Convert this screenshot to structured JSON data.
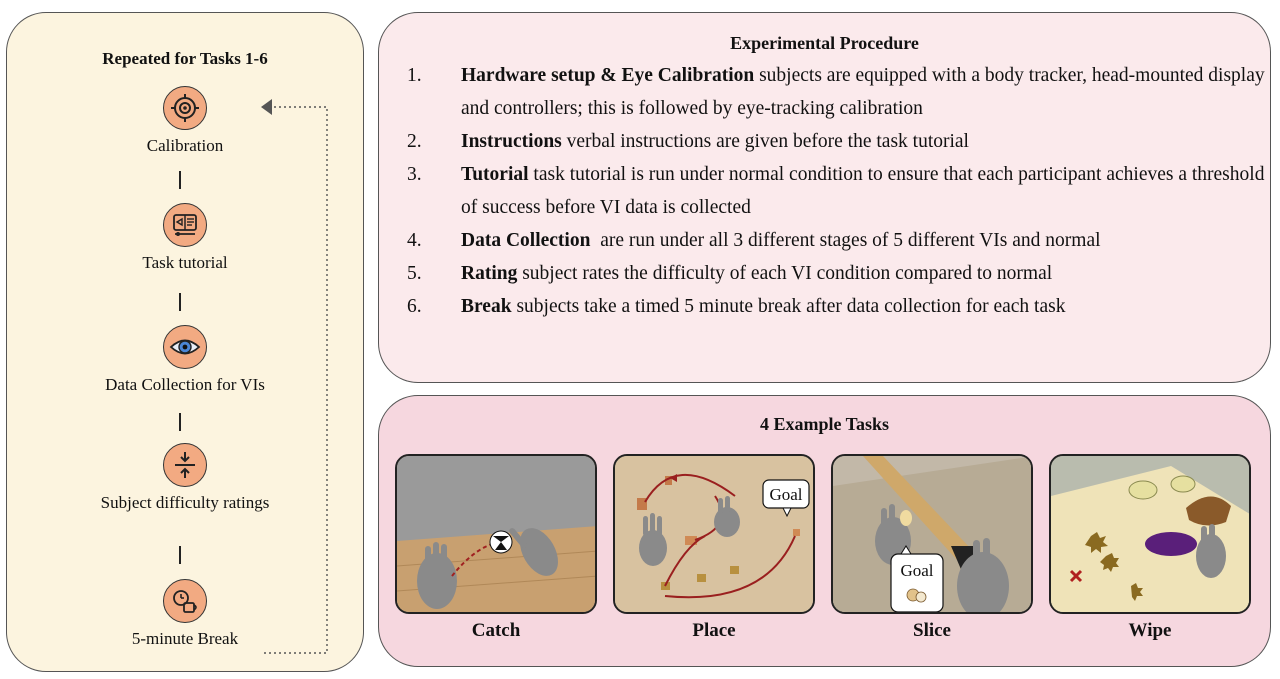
{
  "left_panel": {
    "title": "Repeated for Tasks 1-6",
    "steps": [
      {
        "label": "Calibration",
        "icon": "target-icon"
      },
      {
        "label": "Task tutorial",
        "icon": "tutorial-book-icon"
      },
      {
        "label": "Data Collection for VIs",
        "icon": "eye-icon"
      },
      {
        "label": "Subject difficulty ratings",
        "icon": "compress-arrows-icon"
      },
      {
        "label": "5-minute Break",
        "icon": "coffee-timer-icon"
      }
    ]
  },
  "procedure": {
    "title": "Experimental Procedure",
    "items": [
      {
        "num": "1.",
        "bold": "Hardware setup & Eye Calibration",
        "text": " subjects are equipped with a body tracker, head-mounted display and controllers; this is followed by eye-tracking calibration"
      },
      {
        "num": "2.",
        "bold": "Instructions",
        "text": " verbal instructions are given before the task tutorial"
      },
      {
        "num": "3.",
        "bold": "Tutorial",
        "text": " task tutorial is run under normal condition to ensure that each participant achieves a threshold of success before VI data is collected"
      },
      {
        "num": "4.",
        "bold": "Data Collection",
        "text": "  are run under all 3 different stages of 5 different VIs and normal"
      },
      {
        "num": "5.",
        "bold": "Rating",
        "text": " subject rates the difficulty of each VI condition compared to normal"
      },
      {
        "num": "6.",
        "bold": "Break",
        "text": " subjects take a timed 5 minute break after data collection for each task"
      }
    ]
  },
  "tasks": {
    "title": "4 Example Tasks",
    "items": [
      {
        "label": "Catch"
      },
      {
        "label": "Place",
        "bubble": "Goal"
      },
      {
        "label": "Slice",
        "bubble": "Goal"
      },
      {
        "label": "Wipe"
      }
    ]
  },
  "colors": {
    "left_bg": "#fcf4df",
    "procedure_bg": "#fbeaec",
    "tasks_bg": "#f6d7df",
    "icon_fill": "#f2aa82"
  }
}
